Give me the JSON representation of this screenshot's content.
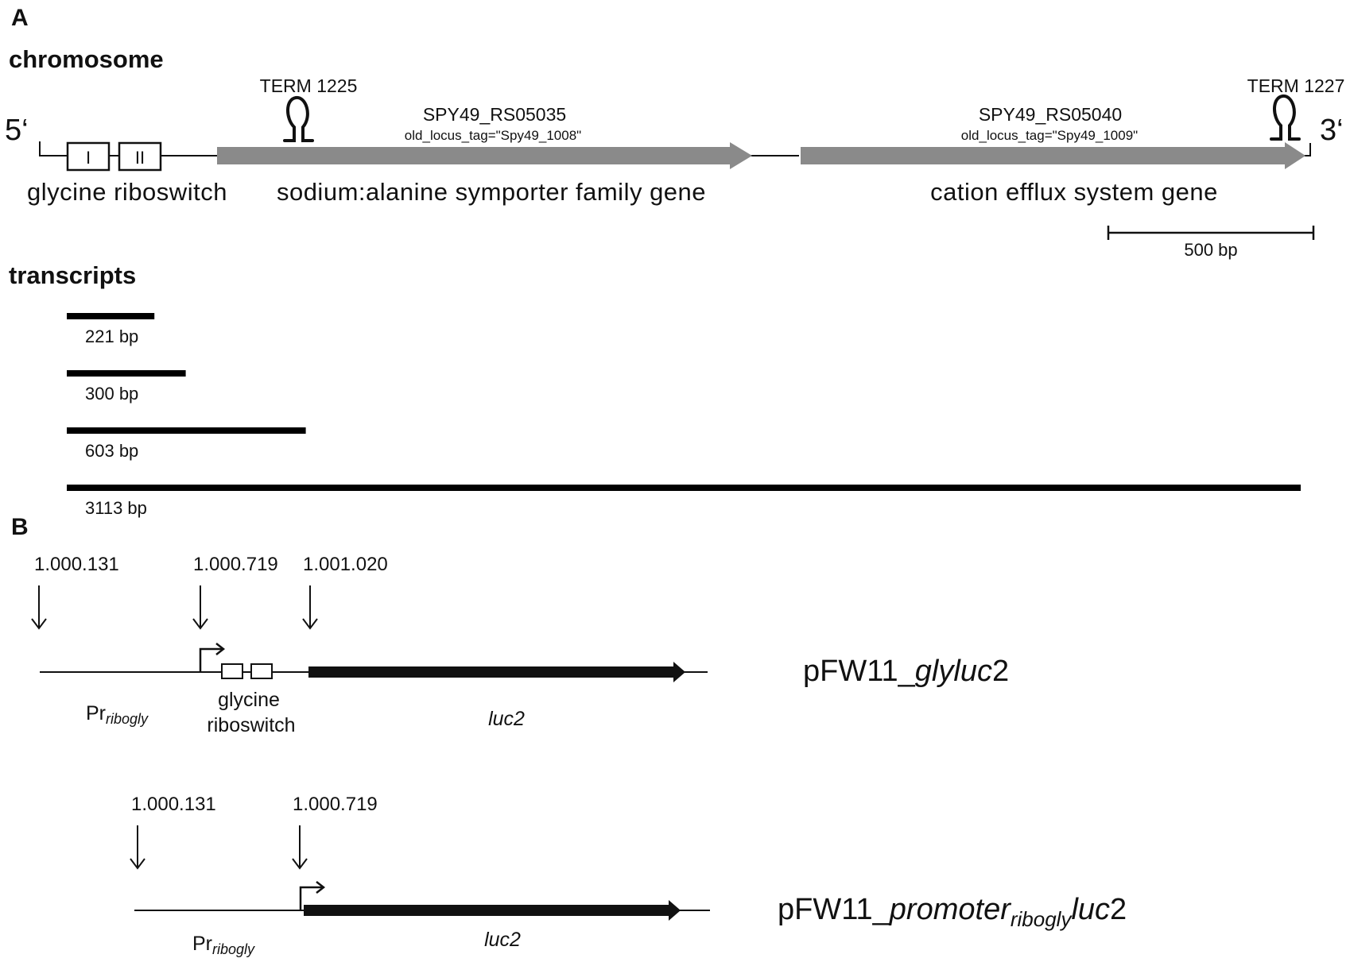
{
  "panel_a": {
    "label": "A",
    "chromosome_title": "chromosome",
    "five_prime": "5‘",
    "three_prime": "3‘",
    "terminators": [
      {
        "label": "TERM 1225"
      },
      {
        "label": "TERM 1227"
      }
    ],
    "riboswitch_boxes": [
      "I",
      "II"
    ],
    "riboswitch_label": "glycine riboswitch",
    "genes": [
      {
        "id": "SPY49_RS05035",
        "old_locus": "old_locus_tag=\"Spy49_1008\"",
        "name": "sodium:alanine symporter family gene"
      },
      {
        "id": "SPY49_RS05040",
        "old_locus": "old_locus_tag=\"Spy49_1009\"",
        "name": "cation efflux system gene"
      }
    ],
    "scale_bar": {
      "label": "500 bp",
      "length_bp": 500
    },
    "transcripts_title": "transcripts",
    "transcripts": [
      {
        "label": "221 bp",
        "length_bp": 221
      },
      {
        "label": "300 bp",
        "length_bp": 300
      },
      {
        "label": "603 bp",
        "length_bp": 603
      },
      {
        "label": "3113 bp",
        "length_bp": 3113
      }
    ],
    "colors": {
      "gene_arrow": "#8a8a8a",
      "line": "#111111"
    }
  },
  "panel_b": {
    "label": "B",
    "constructs": [
      {
        "name_prefix": "pFW11_",
        "name_italic": "glyluc",
        "name_suffix": "2",
        "positions": [
          "1.000.131",
          "1.000.719",
          "1.001.020"
        ],
        "promoter_main": "Pr",
        "promoter_sub": "ribogly",
        "riboswitch_line1": "glycine",
        "riboswitch_line2": "riboswitch",
        "gene": "luc2"
      },
      {
        "name_prefix": "pFW11_",
        "name_italic": "promoter",
        "name_sub": "ribogly",
        "name_italic2": "luc",
        "name_suffix": "2",
        "positions": [
          "1.000.131",
          "1.000.719"
        ],
        "promoter_main": "Pr",
        "promoter_sub": "ribogly",
        "gene": "luc2"
      }
    ]
  }
}
